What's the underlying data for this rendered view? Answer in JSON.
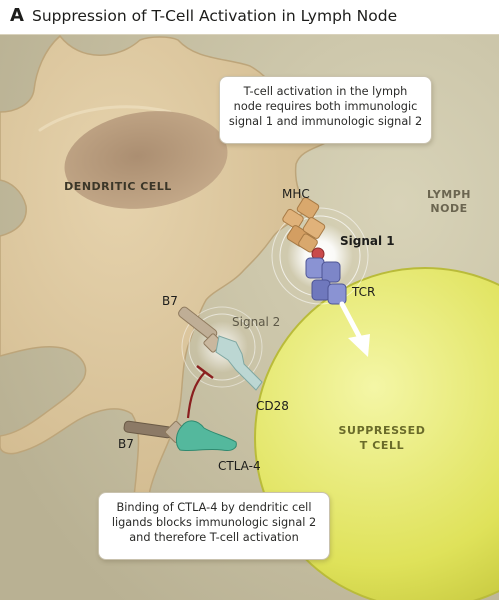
{
  "header": {
    "panel_letter": "A",
    "title": "Suppression of T-Cell Activation in Lymph Node"
  },
  "labels": {
    "dendritic_cell": "DENDRITIC CELL",
    "lymph_node_line1": "LYMPH",
    "lymph_node_line2": "NODE",
    "mhc": "MHC",
    "signal_1": "Signal 1",
    "tcr": "TCR",
    "b7_top": "B7",
    "signal_2": "Signal 2",
    "cd28": "CD28",
    "b7_bottom": "B7",
    "ctla4": "CTLA-4",
    "suppressed_line1": "SUPPRESSED",
    "suppressed_line2": "T CELL"
  },
  "callouts": {
    "top": "T-cell activation in the lymph\nnode requires both immunologic\nsignal 1 and immunologic signal 2",
    "bottom": "Binding of CTLA-4 by dendritic cell\nligands blocks immunologic signal 2\nand therefore T-cell activation"
  },
  "colors": {
    "background": "#c9c2a3",
    "dendritic_cell": "#dcc69d",
    "nucleus": "#b3977a",
    "t_cell": "#e1e45f",
    "mhc": "#d9a86d",
    "tcr": "#7d86c8",
    "b7": "#b8a48a",
    "cd28": "#b7d3d0",
    "ctla4": "#4fb59a",
    "inhibition": "#8a1f1f"
  }
}
